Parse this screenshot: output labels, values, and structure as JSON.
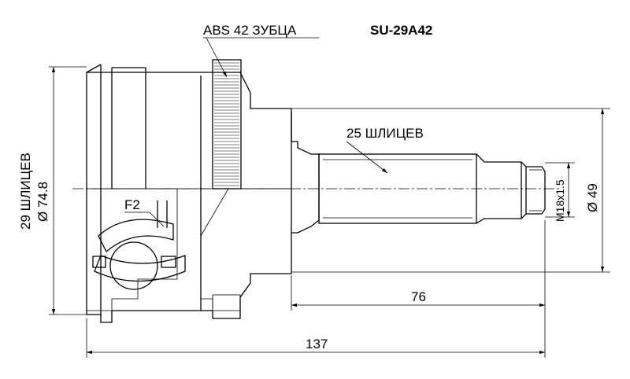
{
  "labels": {
    "abs_teeth": "ABS 42 ЗУБЦА",
    "part_number": "SU-29A42",
    "shaft_splines": "25 ШЛИЦЕВ",
    "housing_splines": "29 ШЛИЦЕВ",
    "housing_diameter": "Ø 74.8",
    "section_mark": "F2",
    "thread": "M18x1.5",
    "shaft_diameter": "Ø 49",
    "shaft_length": "76",
    "overall_length": "137"
  },
  "colors": {
    "line": "#000000",
    "background": "#ffffff"
  }
}
